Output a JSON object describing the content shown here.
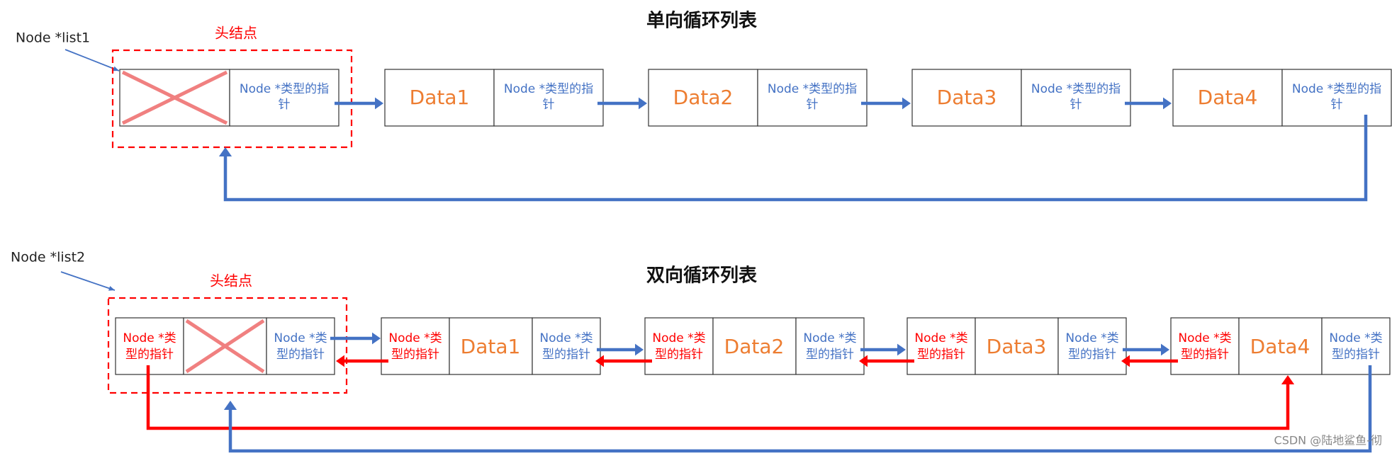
{
  "singly": {
    "title": "单向循环列表",
    "pointer_label": "Node *list1",
    "head_label": "头结点",
    "data_labels": [
      "Data1",
      "Data2",
      "Data3",
      "Data4"
    ],
    "next_ptr": [
      "Node *类型的指",
      "针"
    ]
  },
  "doubly": {
    "title": "双向循环列表",
    "pointer_label": "Node *list2",
    "head_label": "头结点",
    "data_labels": [
      "Data1",
      "Data2",
      "Data3",
      "Data4"
    ],
    "prev_ptr": [
      "Node *类",
      "型的指针"
    ],
    "next_ptr": [
      "Node *类",
      "型的指针"
    ]
  },
  "watermark": "CSDN @陆地鲨鱼-彻",
  "colors": {
    "blue": "#4472c4",
    "red": "#ff0000",
    "orange": "#ed7d31",
    "cross": "#f08080",
    "border": "#333333",
    "title": "#111111"
  }
}
